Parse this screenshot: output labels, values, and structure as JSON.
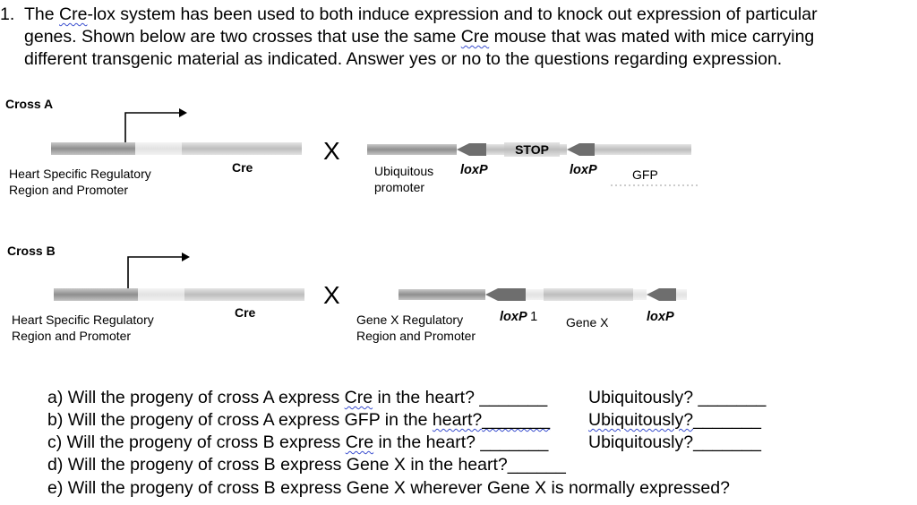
{
  "intro": {
    "number": "1.",
    "line1_before": "The ",
    "line1_cre": "Cre",
    "line1_after": "-lox system has been used to both induce expression and to knock out expression of particular",
    "line2_before": "genes. Shown below are two crosses that use the same ",
    "line2_cre": "Cre",
    "line2_after": " mouse that was mated with mice carrying",
    "line3": "different transgenic material as indicated. Answer yes or no to the questions regarding expression."
  },
  "crossA": {
    "title": "Cross A",
    "promoter_line1": "Heart Specific Regulatory",
    "promoter_line2": "Region and Promoter",
    "cre": "Cre",
    "x": "X",
    "ubiq_line1": "Ubiquitous",
    "ubiq_line2": "promoter",
    "loxp1": "loxP",
    "stop": "STOP",
    "loxp2": "loxP",
    "gfp": "GFP"
  },
  "crossB": {
    "title": "Cross B",
    "promoter_line1": "Heart Specific Regulatory",
    "promoter_line2": "Region and Promoter",
    "cre": "Cre",
    "x": "X",
    "genex_reg_line1": "Gene X Regulatory",
    "genex_reg_line2": "Region and Promoter",
    "loxp1": "loxP",
    "loxp1_suffix": "1",
    "genex": "Gene X",
    "loxp2": "loxP"
  },
  "questions": {
    "a_before": "a) Will the progeny of cross A express ",
    "a_cre": "Cre",
    "a_after": " in the heart? _______",
    "a_right": "Ubiquitously? _______",
    "b_before": "b) Will the progeny of cross A express GFP in the ",
    "b_heart": "heart?",
    "b_blank": "_______",
    "b_right": "Ubiquitously?",
    "b_right_blank": "_______",
    "c_before": "c) Will the progeny of cross B express ",
    "c_cre": "Cre",
    "c_after": " in the heart? _______",
    "c_right": "Ubiquitously?_______",
    "d": "d) Will the progeny of cross B express Gene X in the heart?______",
    "e": "e) Will the progeny of cross B express Gene X wherever Gene X is normally expressed?"
  }
}
